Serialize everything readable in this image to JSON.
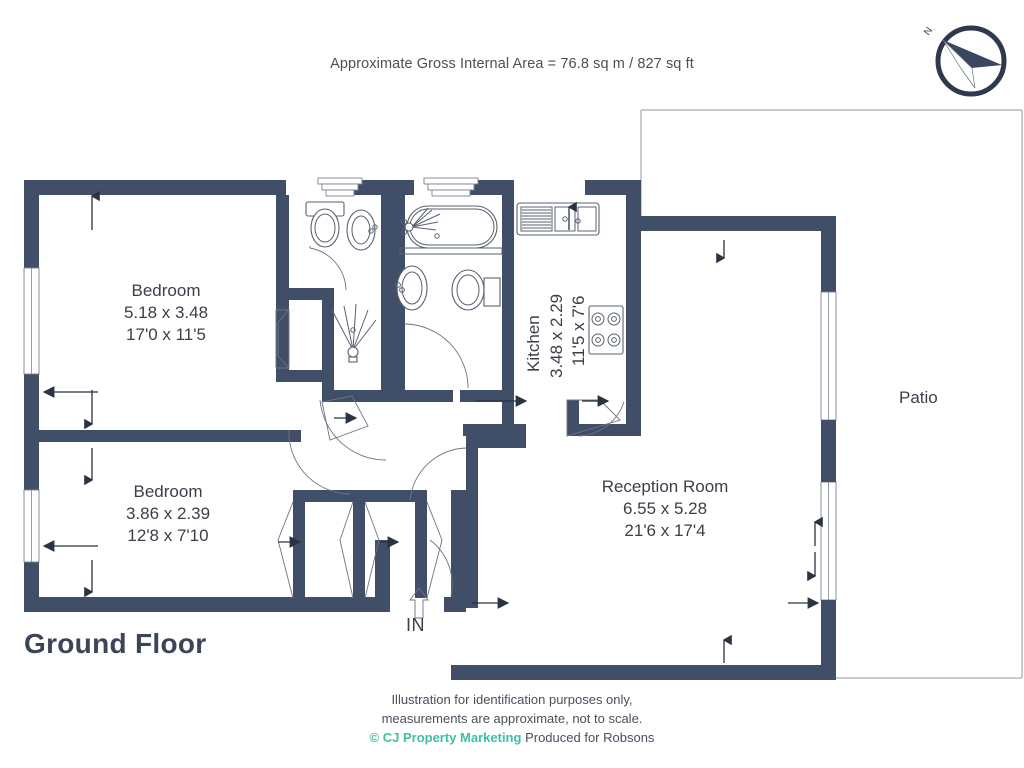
{
  "header": {
    "area_note": "Approximate Gross Internal Area = 76.8 sq m / 827 sq ft"
  },
  "compass": {
    "north_label": "N",
    "icon": "compass-icon"
  },
  "floor": {
    "title": "Ground Floor"
  },
  "rooms": [
    {
      "id": "bedroom-1",
      "name": "Bedroom",
      "metric": "5.18 x 3.48",
      "imperial": "17'0 x 11'5",
      "orientation": "horizontal"
    },
    {
      "id": "bedroom-2",
      "name": "Bedroom",
      "metric": "3.86 x 2.39",
      "imperial": "12'8 x 7'10",
      "orientation": "horizontal"
    },
    {
      "id": "kitchen",
      "name": "Kitchen",
      "metric": "3.48 x 2.29",
      "imperial": "11'5 x 7'6",
      "orientation": "vertical"
    },
    {
      "id": "reception-room",
      "name": "Reception Room",
      "metric": "6.55 x 5.28",
      "imperial": "21'6 x 17'4",
      "orientation": "horizontal"
    },
    {
      "id": "patio",
      "name": "Patio",
      "metric": "",
      "imperial": "",
      "orientation": "horizontal"
    }
  ],
  "markers": {
    "entrance_label": "IN",
    "entrance_icon": "up-arrow-icon"
  },
  "footer": {
    "line1": "Illustration for identification purposes only,",
    "line2": "measurements are approximate, not to scale.",
    "credit_symbol": "© CJ Property Marketing",
    "credit_rest": "Produced for Robsons"
  },
  "colors": {
    "wall": "#414E68",
    "wall_dark": "#3b475f",
    "text": "#3b3f4a",
    "brand": "#3fc0a0",
    "patio_outline": "#c9c9d2",
    "fixture_stroke": "#5a6070"
  }
}
